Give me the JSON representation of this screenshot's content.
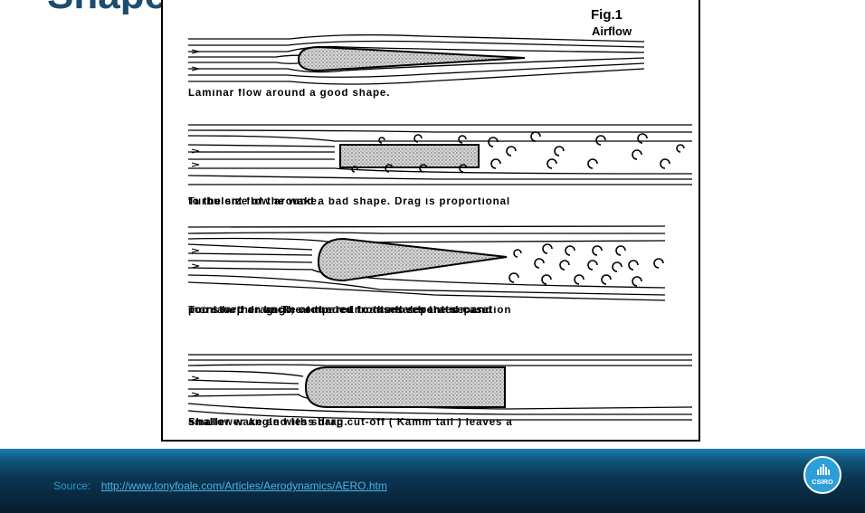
{
  "slide": {
    "title": "Shape and drag reduction"
  },
  "figure": {
    "number": "Fig.1",
    "name": "Airflow",
    "panels": [
      {
        "caption_lines": [
          "Laminar flow around a good shape."
        ]
      },
      {
        "caption_lines": [
          "Turbulent flow around a bad shape.  Drag is proportional",
          "to the size of the wake."
        ]
      },
      {
        "caption_lines": [
          "Too steep an angle at the rear causes separation and",
          "increased drag.  The rounded front moves the separation",
          "point farther back, compared to the flat fronted case."
        ]
      },
      {
        "caption_lines": [
          "Shallower angle with sharp cut-off ( Kamm tail ) leaves a",
          "smaller wake and less drag."
        ]
      }
    ]
  },
  "footer": {
    "source_label": "Source:",
    "source_url": "http://www.tonyfoale.com/Articles/Aerodynamics/AERO.htm",
    "logo_text": "CSIRO"
  },
  "colors": {
    "title": "#1d4c6e",
    "footer_dark": "#061d30",
    "footer_light": "#1b7eb0",
    "link": "#4fb3e3",
    "logo": "#2b9fd8"
  }
}
